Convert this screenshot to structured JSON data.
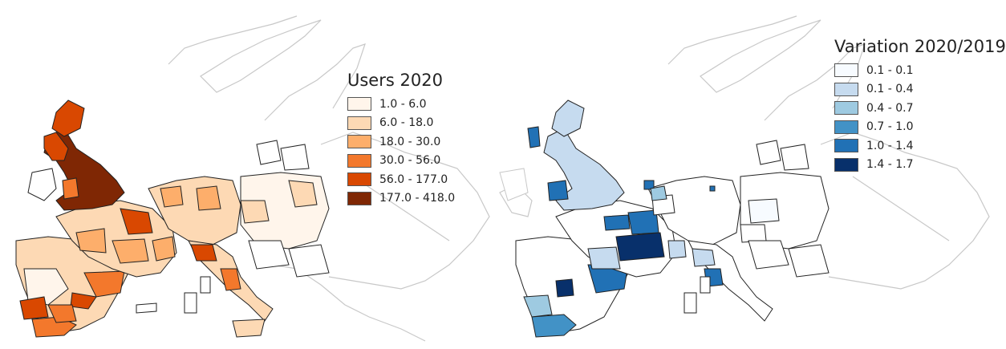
{
  "maps": [
    {
      "legend": {
        "title": "Users 2020",
        "classes": [
          {
            "label": "1.0 - 6.0",
            "color": "#fff5eb"
          },
          {
            "label": "6.0 - 18.0",
            "color": "#fdd9b4"
          },
          {
            "label": "18.0 - 30.0",
            "color": "#fdae6b"
          },
          {
            "label": "30.0 - 56.0",
            "color": "#f3782c"
          },
          {
            "label": "56.0 - 177.0",
            "color": "#d94801"
          },
          {
            "label": "177.0 - 418.0",
            "color": "#7f2704"
          }
        ]
      }
    },
    {
      "legend": {
        "title": "Variation 2020/2019",
        "classes": [
          {
            "label": "0.1 - 0.1",
            "color": "#f7fbff"
          },
          {
            "label": "0.1 - 0.4",
            "color": "#c6dbef"
          },
          {
            "label": "0.4 - 0.7",
            "color": "#9ecae1"
          },
          {
            "label": "0.7 - 1.0",
            "color": "#4292c6"
          },
          {
            "label": "1.0 - 1.4",
            "color": "#2171b5"
          },
          {
            "label": "1.4 - 1.7",
            "color": "#08306b"
          }
        ]
      }
    }
  ]
}
